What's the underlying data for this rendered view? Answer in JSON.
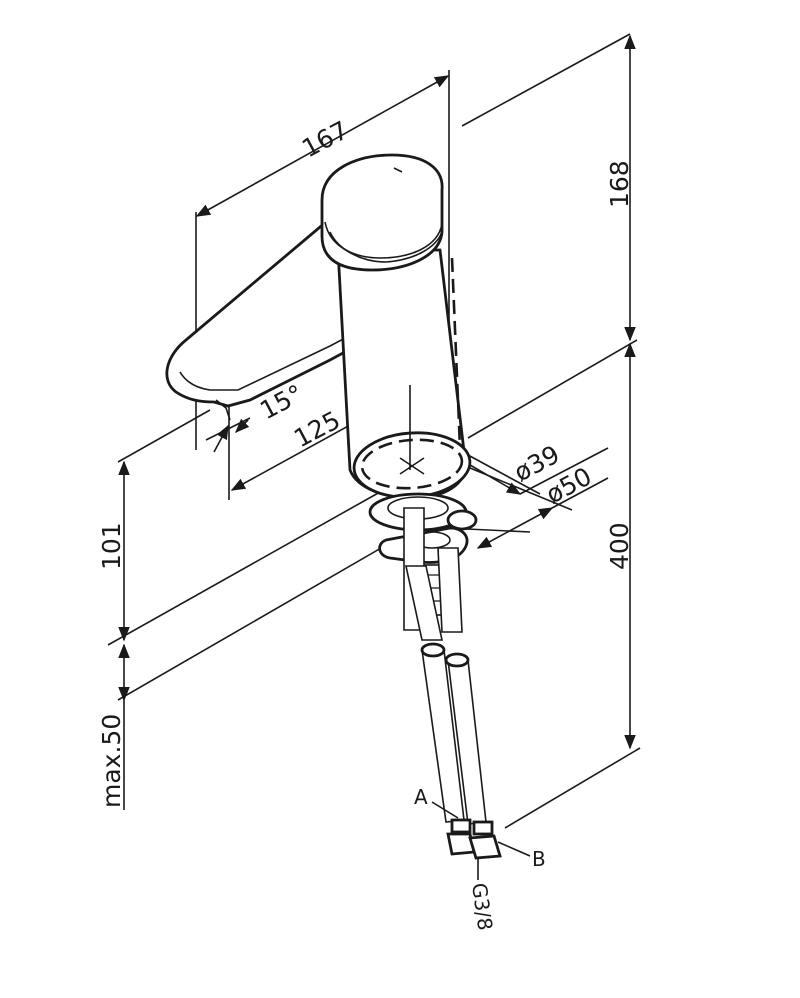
{
  "dimensions": {
    "total_length": "167",
    "top_height": "168",
    "spout_angle": "15°",
    "spout_reach": "125",
    "inner_diameter": "ø39",
    "base_diameter": "ø50",
    "lower_height": "101",
    "total_height": "400",
    "max_thickness": "max.50"
  },
  "labels": {
    "hose_a": "A",
    "hose_b": "B",
    "thread": "G3/8"
  }
}
